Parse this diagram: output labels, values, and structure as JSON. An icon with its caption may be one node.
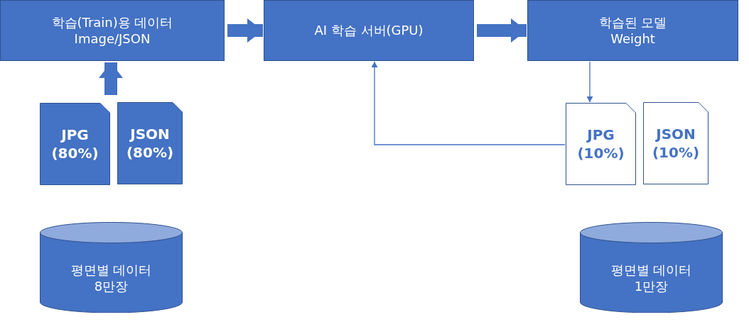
{
  "diagram": {
    "nodes": [
      {
        "text": [
          "학습(Train)용 데이터",
          "Image/JSON"
        ]
      },
      {
        "text": [
          "AI 학습 서버(GPU)"
        ]
      },
      {
        "text": [
          "학습된 모델",
          "Weight"
        ]
      },
      {
        "text": [
          "JPG (80%)"
        ]
      },
      {
        "text": [
          "JSON (80%)"
        ]
      },
      {
        "text": [
          "JPG (10%)"
        ]
      },
      {
        "text": [
          "JSON (10%)"
        ]
      },
      {
        "text": [
          "평면별 데이터 8만장"
        ]
      },
      {
        "text": [
          "평면별 데이터 1만장"
        ]
      }
    ],
    "edges": [
      {
        "from": 0,
        "to": 1,
        "arrow": "to"
      },
      {
        "from": 1,
        "to": 2,
        "arrow": "to"
      },
      {
        "from": null,
        "to": 0,
        "arrow": "to"
      },
      {
        "from": 2,
        "to": 5,
        "arrow": "to"
      },
      {
        "from": 5,
        "to": 1,
        "arrow": "to"
      }
    ]
  }
}
